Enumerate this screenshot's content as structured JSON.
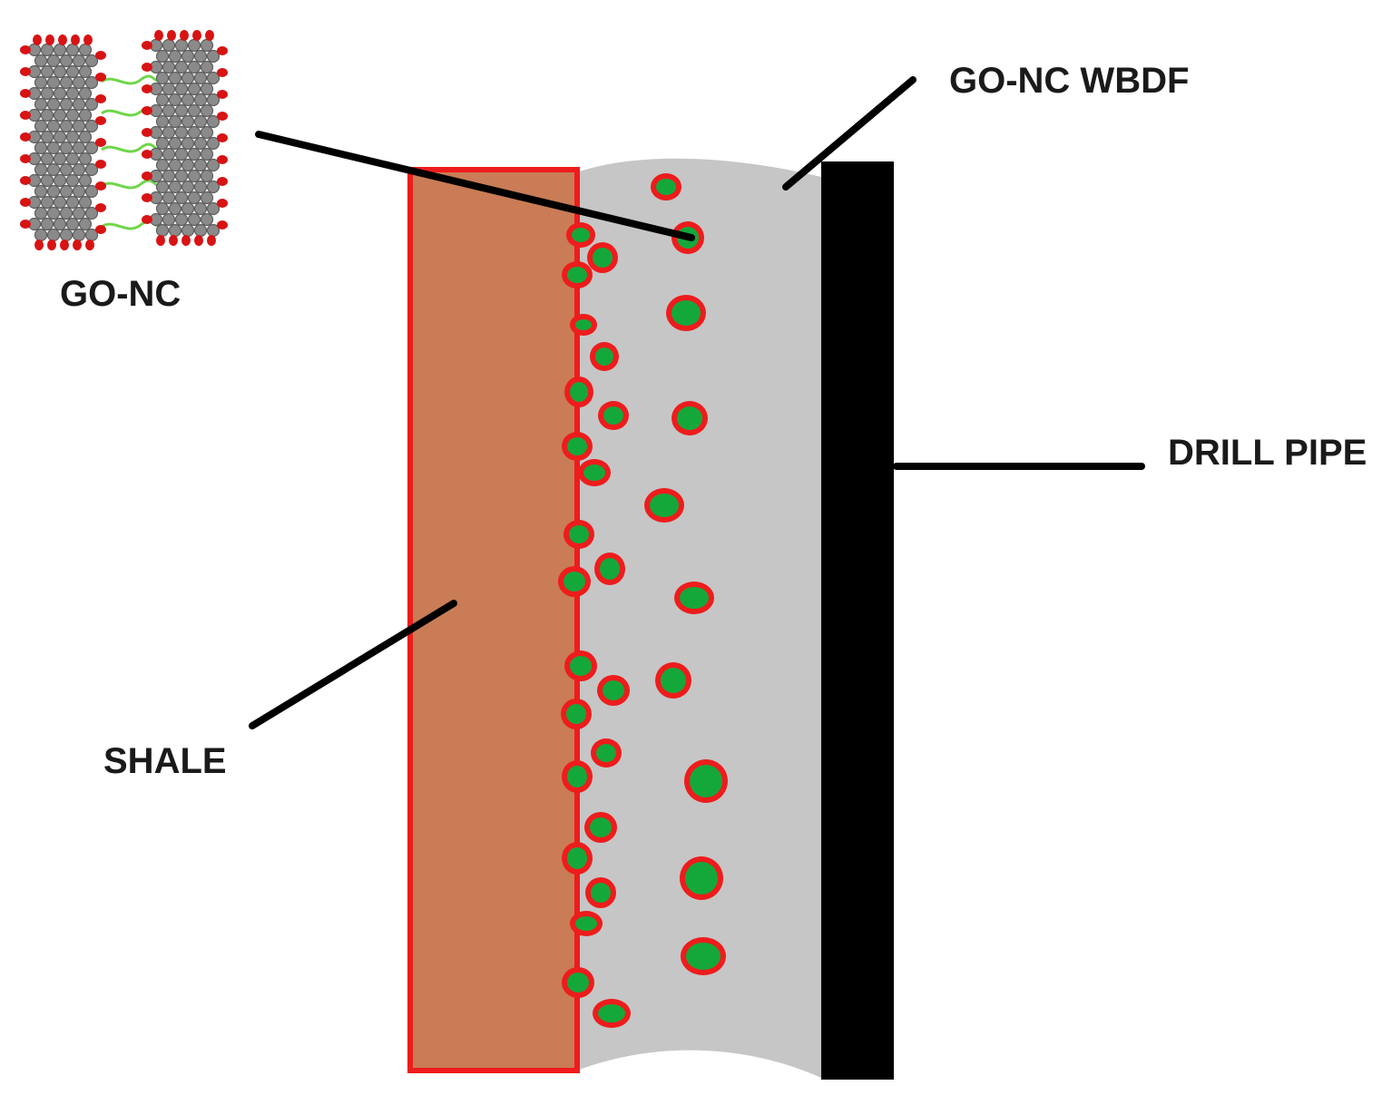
{
  "labels": {
    "go_nc": "GO-NC",
    "go_nc_wbdf": "GO-NC WBDF",
    "drill_pipe": "DRILL PIPE",
    "shale": "SHALE"
  },
  "colors": {
    "shale_fill": "#c97c55",
    "shale_border": "#ee1c1c",
    "fluid": "#c6c6c6",
    "pipe": "#000000",
    "particle_ring": "#ee1c1c",
    "particle_core": "#14a83b",
    "leader_line": "#000000",
    "graphene_atom": "#8a8a8a",
    "oxygen_atom": "#d81313",
    "linker": "#6fd64a"
  },
  "icons": [
    "go-nc-molecule-icon"
  ]
}
